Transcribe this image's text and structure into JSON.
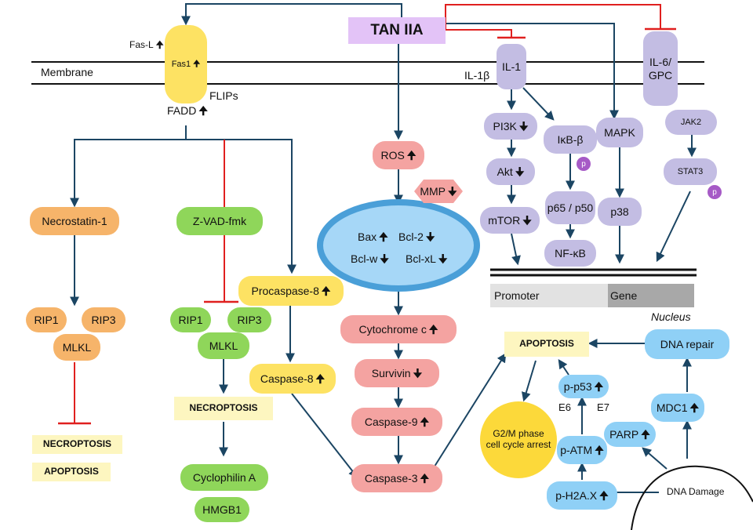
{
  "colors": {
    "line": "#1b4563",
    "inhibit": "#e0201f",
    "membrane": "#111111"
  },
  "labels": {
    "membrane": "Membrane",
    "il1b": "IL-1β",
    "fasl": "Fas-L",
    "flips": "FLIPs",
    "fadd": "FADD",
    "nucleus": "Nucleus",
    "promoter": "Promoter",
    "gene": "Gene",
    "dna_damage": "DNA Damage"
  },
  "nodes": {
    "tan_iia": "TAN IIA",
    "fas1": "Fas1",
    "il1": "IL-1",
    "il6": "IL-6/ GPC",
    "pi3k": "PI3K",
    "akt": "Akt",
    "mtor": "mTOR",
    "ikb": "IκB-β",
    "p65": "p65 / p50",
    "nfkb": "NF-κB",
    "mapk": "MAPK",
    "p38": "p38",
    "jak2": "JAK2",
    "stat3": "STAT3",
    "ros": "ROS",
    "mmp": "MMP",
    "bax": "Bax",
    "bcl2": "Bcl-2",
    "bclw": "Bcl-w",
    "bclxl": "Bcl-xL",
    "cytc": "Cytochrome c",
    "survivin": "Survivin",
    "casp9": "Caspase-9",
    "casp3": "Caspase-3",
    "necrostatin": "Necrostatin-1",
    "zvad": "Z-VAD-fmk",
    "procasp8": "Procaspase-8",
    "casp8": "Caspase-8",
    "rip1_a": "RIP1",
    "rip3_a": "RIP3",
    "mlkl_a": "MLKL",
    "rip1_b": "RIP1",
    "rip3_b": "RIP3",
    "mlkl_b": "MLKL",
    "necroptosis_left": "NECROPTOSIS",
    "apoptosis_left": "APOPTOSIS",
    "necroptosis_mid": "NECROPTOSIS",
    "cyclophilin": "Cyclophilin A",
    "hmgb1": "HMGB1",
    "apoptosis_right": "APOPTOSIS",
    "g2m": "G2/M phase cell cycle arrest",
    "pp53": "p-p53",
    "e6": "E6",
    "e7": "E7",
    "patm": "p-ATM",
    "ph2ax": "p-H2A.X",
    "parp": "PARP",
    "mdc1": "MDC1",
    "dna_repair": "DNA repair",
    "p_label": "p"
  },
  "indicators": {
    "up": "🠉",
    "down": "🠋"
  }
}
